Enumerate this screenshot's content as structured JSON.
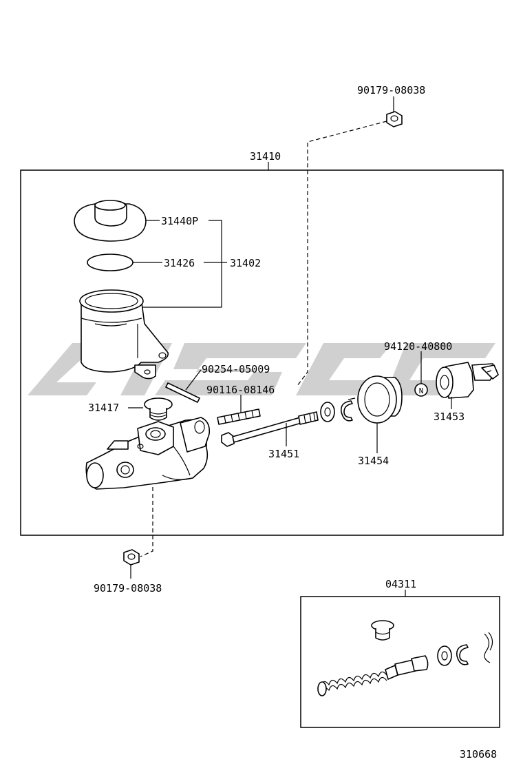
{
  "diagram_id": "310668",
  "labels": {
    "nut_top": "90179-08038",
    "master_cylinder_assy": "31410",
    "reservoir_cap": "31440P",
    "cap_gasket": "31426",
    "reservoir_assy": "31402",
    "pin": "90254-05009",
    "union_plug": "31417",
    "stud_bolt": "90116-08146",
    "washer_n": "94120-40800",
    "n_mark": "N",
    "boot": "31453",
    "push_rod": "31451",
    "grommet": "31454",
    "nut_bottom": "90179-08038",
    "repair_kit": "04311"
  },
  "colors": {
    "line": "#000000",
    "watermark": "#c8c8c8",
    "background": "#ffffff"
  }
}
